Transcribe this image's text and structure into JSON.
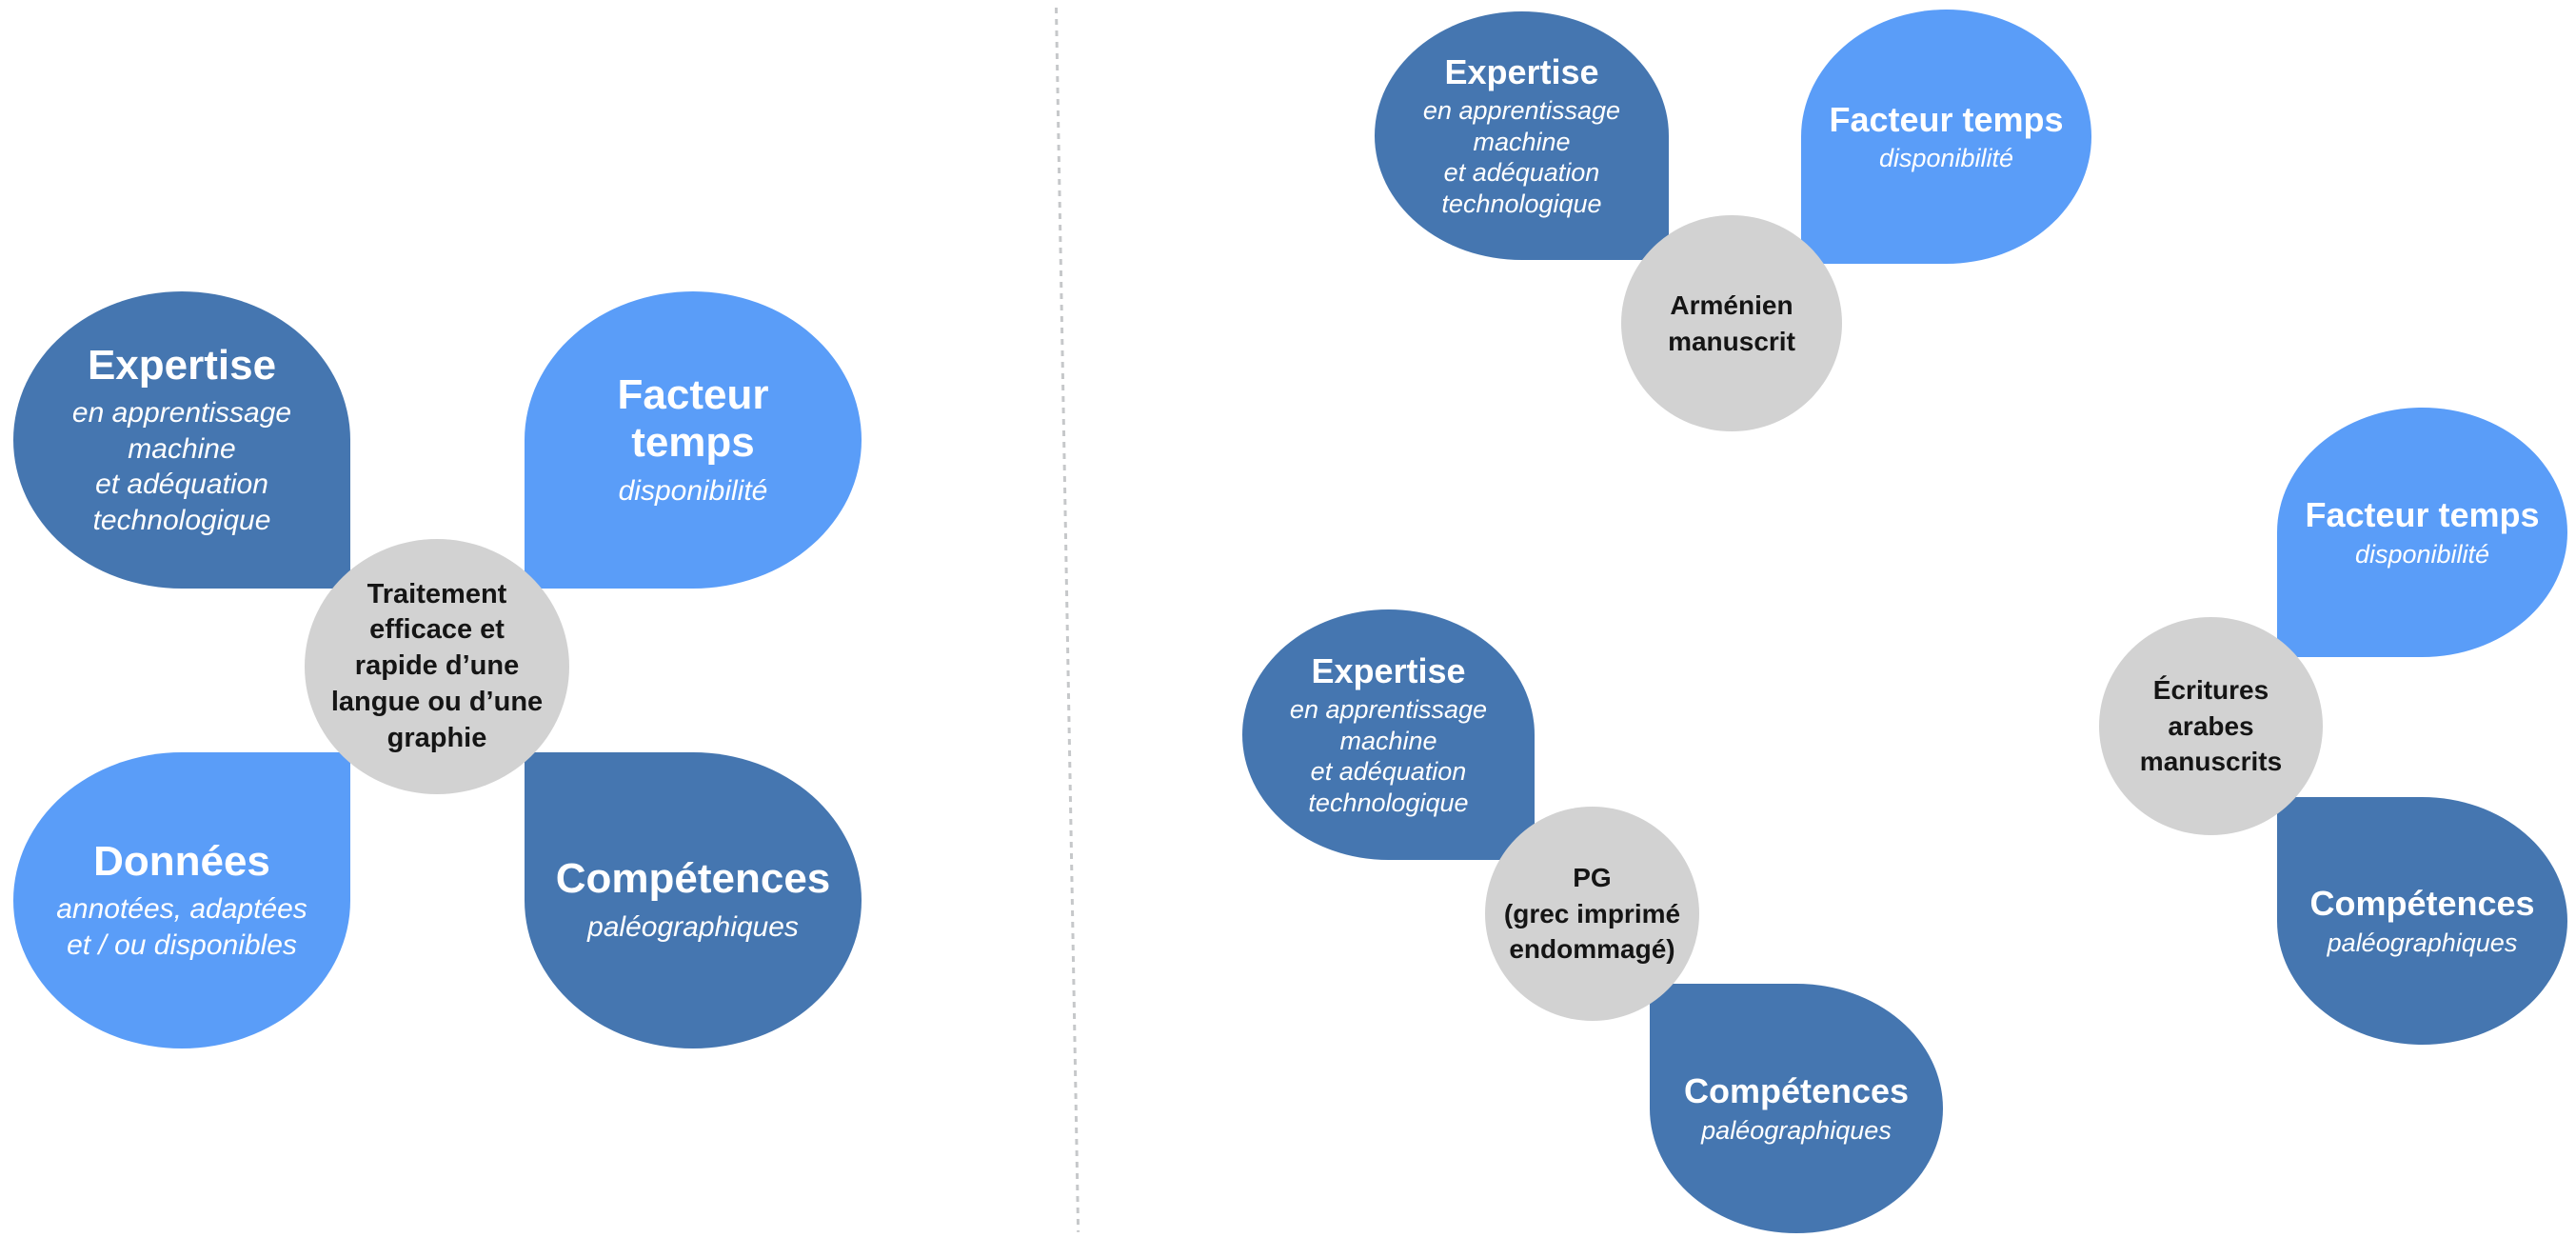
{
  "colors": {
    "dark_blue": "#4576B0",
    "light_blue": "#5A9DF8",
    "hub_gray": "#D2D2D2",
    "divider_gray": "#C6C8CA",
    "petal_text": "#FFFFFF",
    "hub_text": "#151515"
  },
  "diagrams": {
    "main": {
      "center_label": "Traitement\nefficace et\nrapide d’une\nlangue ou d’une\ngraphie",
      "petals": {
        "expertise": {
          "title": "Expertise",
          "subtitle": "en apprentissage\nmachine\net adéquation\ntechnologique"
        },
        "facteur_temps": {
          "title": "Facteur\ntemps",
          "subtitle": "disponibilité"
        },
        "donnees": {
          "title": "Données",
          "subtitle": "annotées, adaptées\net / ou disponibles"
        },
        "competences": {
          "title": "Compétences",
          "subtitle": "paléographiques"
        }
      }
    },
    "armenien": {
      "center_label": "Arménien\nmanuscrit",
      "petals": {
        "expertise": {
          "title": "Expertise",
          "subtitle": "en apprentissage\nmachine\net adéquation\ntechnologique"
        },
        "facteur_temps": {
          "title": "Facteur temps",
          "subtitle": "disponibilité"
        }
      }
    },
    "pg": {
      "center_label": "PG\n(grec imprimé\nendommagé)",
      "petals": {
        "expertise": {
          "title": "Expertise",
          "subtitle": "en apprentissage\nmachine\net adéquation\ntechnologique"
        },
        "competences": {
          "title": "Compétences",
          "subtitle": "paléographiques"
        }
      }
    },
    "ecritures_arabes": {
      "center_label": "Écritures\narabes\nmanuscrits",
      "petals": {
        "facteur_temps": {
          "title": "Facteur temps",
          "subtitle": "disponibilité"
        },
        "competences": {
          "title": "Compétences",
          "subtitle": "paléographiques"
        }
      }
    }
  }
}
